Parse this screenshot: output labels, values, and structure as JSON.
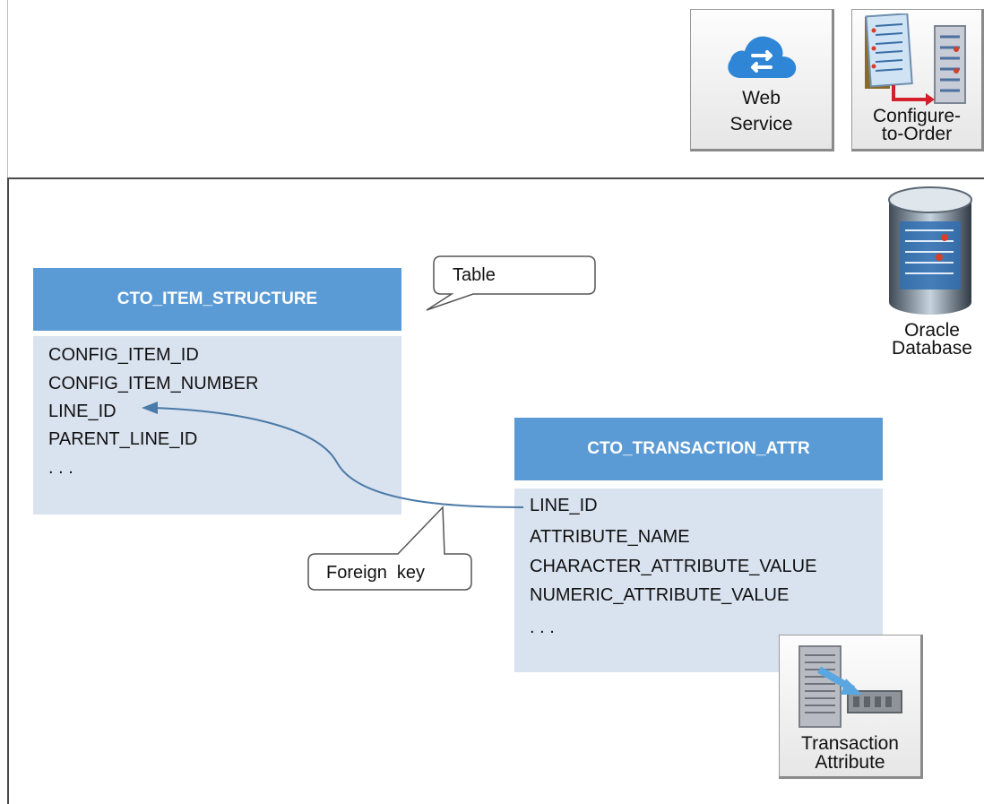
{
  "colors": {
    "table_header": "#5b9bd5",
    "table_body": "#d9e2ef",
    "arrow": "#4a7aa8",
    "frame": "#4a4a4a"
  },
  "toolbar": {
    "web_service": {
      "icon": "cloud-sync-icon",
      "line1": "Web",
      "line2": "Service"
    },
    "configure_to_order": {
      "icon": "configure-to-order-icon",
      "line1": "Configure-",
      "line2": "to-Order"
    }
  },
  "database": {
    "icon": "database-icon",
    "line1": "Oracle",
    "line2": "Database"
  },
  "tables": {
    "item_structure": {
      "name": "CTO_ITEM_STRUCTURE",
      "columns": [
        "CONFIG_ITEM_ID",
        "CONFIG_ITEM_NUMBER",
        "LINE_ID",
        "PARENT_LINE_ID",
        ". . ."
      ]
    },
    "transaction_attr": {
      "name": "CTO_TRANSACTION_ATTR",
      "columns": [
        "LINE_ID",
        "ATTRIBUTE_NAME",
        "CHARACTER_ATTRIBUTE_VALUE",
        "NUMERIC_ATTRIBUTE_VALUE",
        ". . ."
      ]
    }
  },
  "callouts": {
    "table": "Table",
    "foreign_key": "Foreign  key"
  },
  "transaction_attribute": {
    "icon": "transaction-attribute-icon",
    "line1": "Transaction",
    "line2": "Attribute"
  }
}
